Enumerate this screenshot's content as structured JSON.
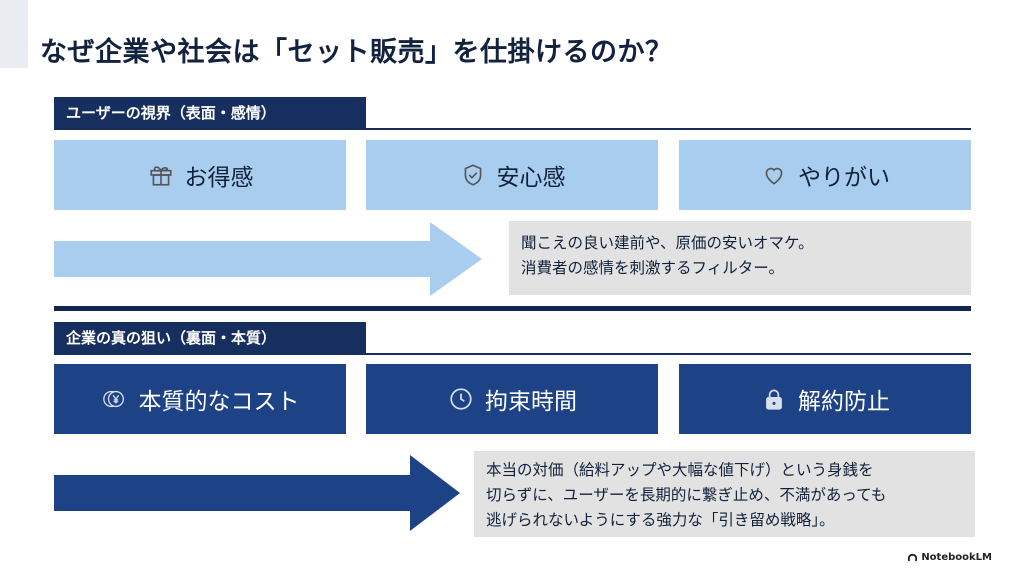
{
  "title": "なぜ企業や社会は「セット販売」を仕掛けるのか？",
  "surface": {
    "heading": "ユーザーの視界（表面・感情）",
    "cards": [
      {
        "label": "お得感",
        "icon": "gift-icon"
      },
      {
        "label": "安心感",
        "icon": "shield-check-icon"
      },
      {
        "label": "やりがい",
        "icon": "heart-icon"
      }
    ],
    "note": [
      "聞こえの良い建前や、原価の安いオマケ。",
      "消費者の感情を刺激するフィルター。"
    ]
  },
  "hidden": {
    "heading": "企業の真の狙い（裏面・本質）",
    "cards": [
      {
        "label": "本質的なコスト",
        "icon": "yen-coin-icon"
      },
      {
        "label": "拘束時間",
        "icon": "clock-icon"
      },
      {
        "label": "解約防止",
        "icon": "lock-icon"
      }
    ],
    "note": [
      "本当の対価（給料アップや大幅な値下げ）という身銭を",
      "切らずに、ユーザーを長期的に繋ぎ止め、不満があっても",
      "逃げられないようにする強力な「引き留め戦略」。"
    ]
  },
  "brand": "NotebookLM",
  "colors": {
    "navy": "#172f5e",
    "light_blue": "#a9cdee",
    "dark_blue": "#1d4286",
    "note_gray": "#e2e2e2"
  }
}
